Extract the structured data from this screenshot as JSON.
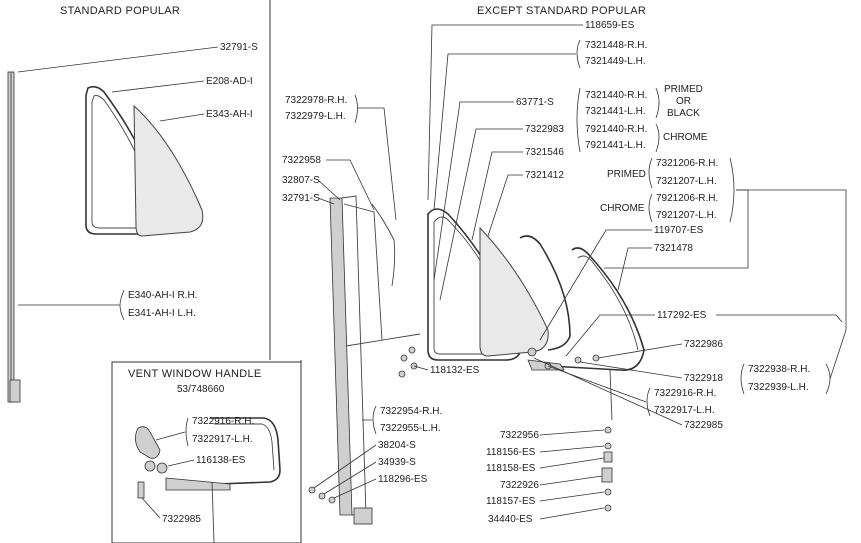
{
  "headers": {
    "standard_popular": "STANDARD POPULAR",
    "except_standard_popular": "EXCEPT STANDARD POPULAR",
    "vent_window_handle": "VENT WINDOW HANDLE",
    "vent_window_handle_number": "53/748660"
  },
  "left_panel": {
    "p32791s": "32791-S",
    "e208": "E208-AD-I",
    "e343": "E343-AH-I",
    "e340": "E340-AH-I R.H.",
    "e341": "E341-AH-I L.H."
  },
  "handle_box": {
    "p7322916": "7322916-R.H.",
    "p7322917": "7322917-L.H.",
    "p116138": "116138-ES",
    "p7322985": "7322985"
  },
  "right_panel": {
    "p118659": "118659-ES",
    "p7321448": "7321448-R.H.",
    "p7321449": "7321449-L.H.",
    "p7322978": "7322978-R.H.",
    "p7322979": "7322979-L.H.",
    "p63771": "63771-S",
    "p7321440": "7321440-R.H.",
    "p7321441": "7321441-L.H.",
    "p7921440": "7921440-R.H.",
    "p7921441": "7921441-L.H.",
    "primed_or_black_1": "PRIMED",
    "primed_or_black_2": "OR",
    "primed_or_black_3": "BLACK",
    "chrome_a": "CHROME",
    "p7322983": "7322983",
    "p7321546": "7321546",
    "p7322958": "7322958",
    "p32807": "32807-S",
    "p32791": "32791-S",
    "p7321412": "7321412",
    "primed_b": "PRIMED",
    "chrome_b": "CHROME",
    "p7321206": "7321206-R.H.",
    "p7321207": "7321207-L.H.",
    "p7921206": "7921206-R.H.",
    "p7921207": "7921207-L.H.",
    "p119707": "119707-ES",
    "p7321478": "7321478",
    "p117292": "117292-ES",
    "p7322986": "7322986",
    "p7322918": "7322918",
    "p7322938": "7322938-R.H.",
    "p7322939": "7322939-L.H.",
    "p7322916": "7322916-R.H.",
    "p7322917": "7322917-L.H.",
    "p7322985": "7322985",
    "p118132": "118132-ES",
    "p7322954": "7322954-R.H.",
    "p7322955": "7322955-L.H.",
    "p38204": "38204-S",
    "p34939": "34939-S",
    "p118296": "118296-ES",
    "p7322956": "7322956",
    "p118156": "118156-ES",
    "p118158": "118158-ES",
    "p7322926": "7322926",
    "p118157": "118157-ES",
    "p34440": "34440-ES"
  }
}
